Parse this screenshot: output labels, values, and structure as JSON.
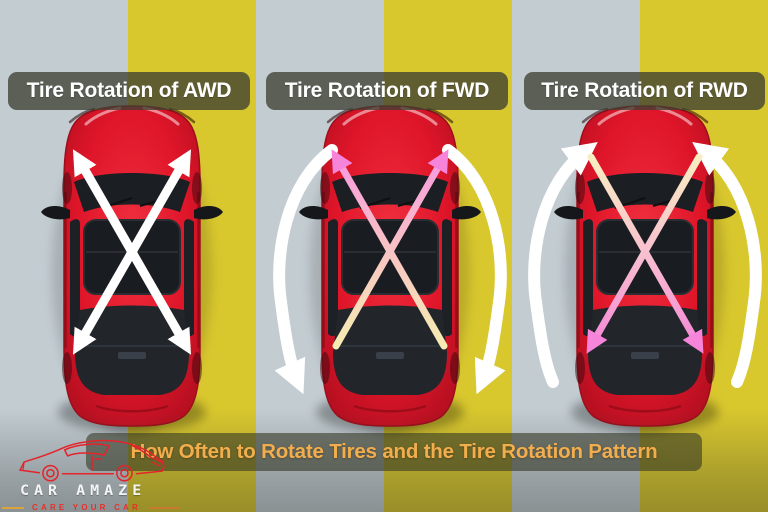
{
  "panels": [
    {
      "label": "Tire Rotation of AWD",
      "drivetrain": "AWD",
      "arrows_icon": "crisscross-double-headed-arrows"
    },
    {
      "label": "Tire Rotation of FWD",
      "drivetrain": "FWD",
      "arrows_icon": "cross-arrows-to-front-plus-curved-side-arrows-to-rear"
    },
    {
      "label": "Tire Rotation of RWD",
      "drivetrain": "RWD",
      "arrows_icon": "cross-arrows-to-rear-plus-curved-side-arrows-to-front"
    }
  ],
  "caption": {
    "text": "How Often to Rotate Tires and the Tire Rotation Pattern"
  },
  "logo": {
    "name": "CAR AMAZE",
    "tagline": "CARE YOUR CAR",
    "icon": "classic-car-outline-icon"
  },
  "colors": {
    "stripe_gray": "#c2ccd1",
    "stripe_yellow": "#d9c72e",
    "car_red": "#e2182b",
    "arrow_white": "#ffffff",
    "arrow_pink": "#f584da",
    "arrow_cream": "#f6edb2",
    "label_pill_bg": "rgba(62,64,50,0.78)",
    "label_text": "#ffffff",
    "caption_text": "#f2ae4d",
    "logo_red": "#e5232b"
  }
}
